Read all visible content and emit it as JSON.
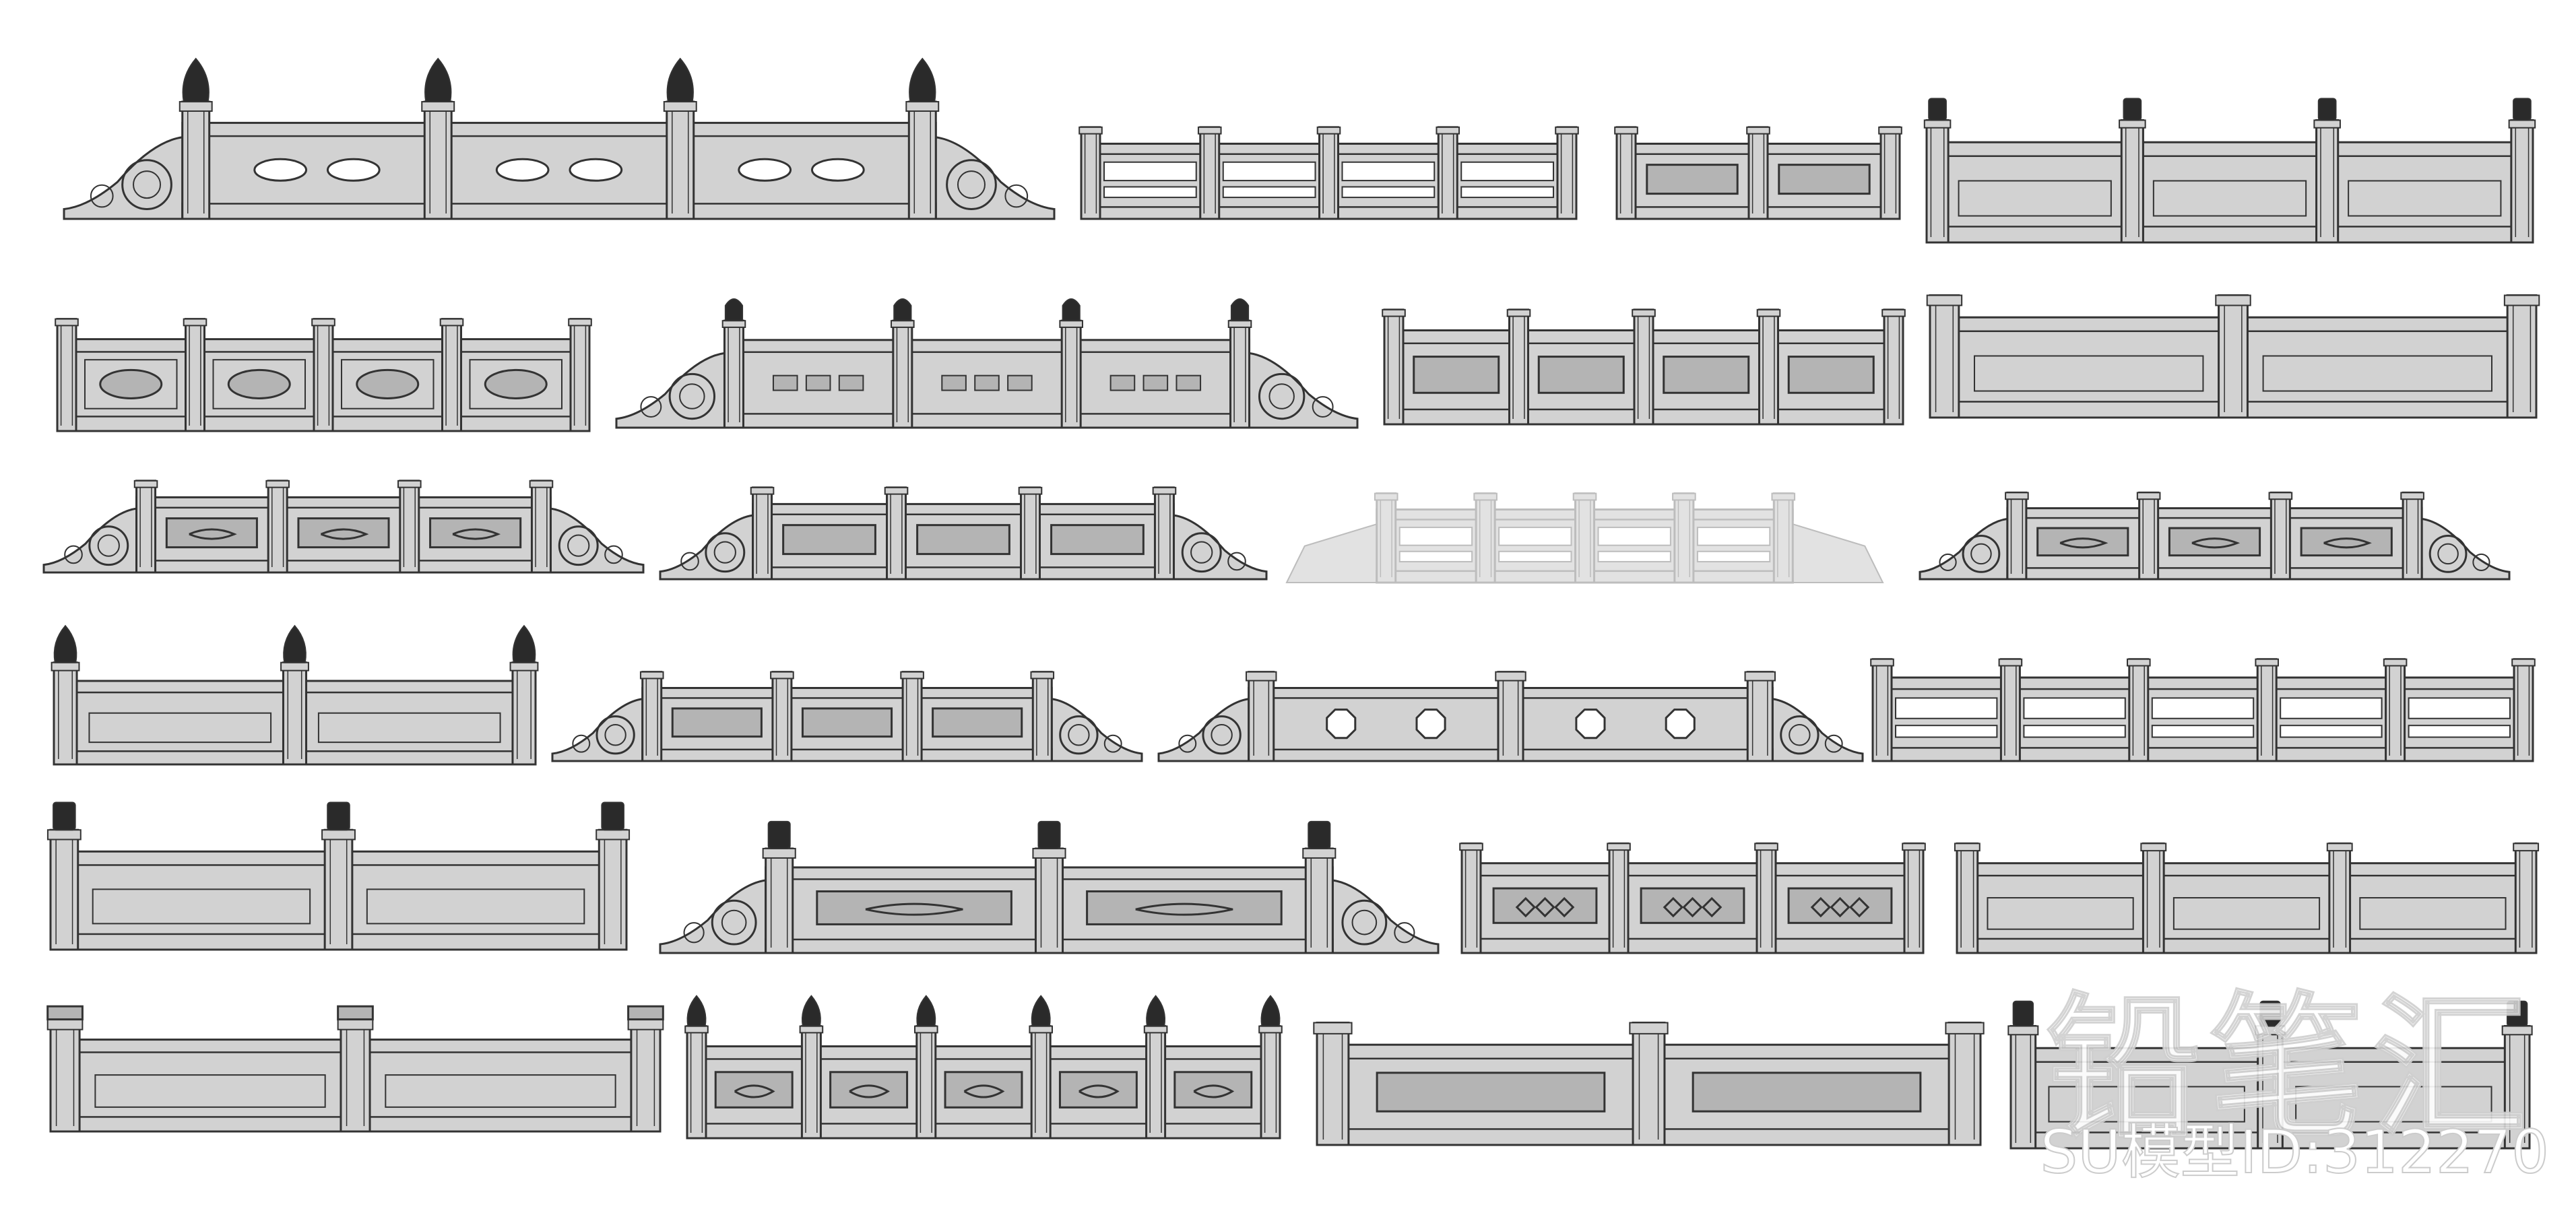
{
  "watermark": {
    "brand": "铅笔汇",
    "model_id": "SU模型ID:312270"
  },
  "colors": {
    "stone": "#d2d2d2",
    "stone_dark": "#b4b4b4",
    "line": "#333333",
    "finial": "#2a2a2a",
    "paper": "#ffffff"
  },
  "rows": [
    [
      {
        "name": "railing-r1-1",
        "variant": "scroll-ends",
        "posts": 4,
        "openings": "ovals",
        "finial": "pointed"
      },
      {
        "name": "railing-r1-2",
        "variant": "plain",
        "posts": 5,
        "openings": "bars",
        "finial": "none"
      },
      {
        "name": "railing-r1-3",
        "variant": "plain",
        "posts": 3,
        "openings": "panels",
        "finial": "none"
      },
      {
        "name": "railing-r1-4",
        "variant": "plain",
        "posts": 4,
        "openings": "solid",
        "finial": "cylinder"
      }
    ],
    [
      {
        "name": "railing-r2-1",
        "variant": "plain",
        "posts": 5,
        "openings": "cloud",
        "finial": "none"
      },
      {
        "name": "railing-r2-2",
        "variant": "scroll-ends",
        "posts": 4,
        "openings": "squares",
        "finial": "lion"
      },
      {
        "name": "railing-r2-3",
        "variant": "plain",
        "posts": 5,
        "openings": "panels",
        "finial": "none"
      },
      {
        "name": "railing-r2-4",
        "variant": "plain",
        "posts": 3,
        "openings": "solid",
        "finial": "none"
      }
    ],
    [
      {
        "name": "railing-r3-1",
        "variant": "scroll-ends",
        "posts": 4,
        "openings": "carved",
        "finial": "none"
      },
      {
        "name": "railing-r3-2",
        "variant": "scroll-ends",
        "posts": 4,
        "openings": "panels",
        "finial": "none"
      },
      {
        "name": "railing-r3-3",
        "variant": "light",
        "posts": 5,
        "openings": "bars",
        "finial": "none"
      },
      {
        "name": "railing-r3-4",
        "variant": "scroll-ends",
        "posts": 4,
        "openings": "carved",
        "finial": "none"
      }
    ],
    [
      {
        "name": "railing-r4-1",
        "variant": "plain",
        "posts": 3,
        "openings": "solid",
        "finial": "pointed"
      },
      {
        "name": "railing-r4-2",
        "variant": "scroll-ends",
        "posts": 4,
        "openings": "panels",
        "finial": "none"
      },
      {
        "name": "railing-r4-3",
        "variant": "scroll-ends",
        "posts": 3,
        "openings": "octagon",
        "finial": "none"
      },
      {
        "name": "railing-r4-4",
        "variant": "plain",
        "posts": 6,
        "openings": "bars",
        "finial": "none"
      }
    ],
    [
      {
        "name": "railing-r5-1",
        "variant": "plain",
        "posts": 3,
        "openings": "solid",
        "finial": "cylinder"
      },
      {
        "name": "railing-r5-2",
        "variant": "scroll-ends",
        "posts": 3,
        "openings": "carved",
        "finial": "cylinder"
      },
      {
        "name": "railing-r5-3",
        "variant": "plain",
        "posts": 4,
        "openings": "diamond",
        "finial": "none"
      },
      {
        "name": "railing-r5-4",
        "variant": "plain",
        "posts": 4,
        "openings": "solid",
        "finial": "none"
      }
    ],
    [
      {
        "name": "railing-r6-1",
        "variant": "plain",
        "posts": 3,
        "openings": "solid",
        "finial": "cap"
      },
      {
        "name": "railing-r6-2",
        "variant": "plain",
        "posts": 6,
        "openings": "fret",
        "finial": "pointed"
      },
      {
        "name": "railing-r6-3",
        "variant": "plain",
        "posts": 3,
        "openings": "panels",
        "finial": "none"
      },
      {
        "name": "railing-r6-4",
        "variant": "plain",
        "posts": 3,
        "openings": "solid",
        "finial": "cylinder"
      }
    ]
  ]
}
